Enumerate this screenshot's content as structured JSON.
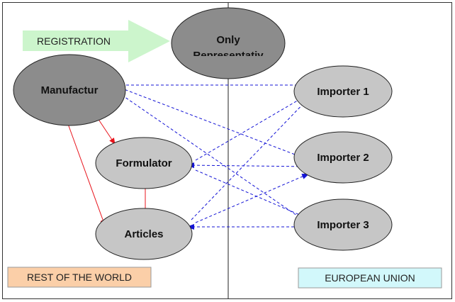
{
  "registration_label": "REGISTRATION",
  "regions": {
    "rest_of_world": "REST OF THE WORLD",
    "european_union": "EUROPEAN UNION"
  },
  "nodes": {
    "only_rep_line1": "Only",
    "only_rep_line2": "Representativ",
    "manufacturer": "Manufactur",
    "formulator": "Formulator",
    "articles": "Articles",
    "importer1": "Importer 1",
    "importer2": "Importer 2",
    "importer3": "Importer 3"
  },
  "colors": {
    "dark_node": "#8c8c8c",
    "light_node": "#c6c6c6",
    "registration_arrow": "#ccf5cc",
    "rest_box": "#fbcfa8",
    "eu_box": "#d2f8fb",
    "supply_arrow": "#e8141c",
    "import_arrow": "#1414d6"
  }
}
